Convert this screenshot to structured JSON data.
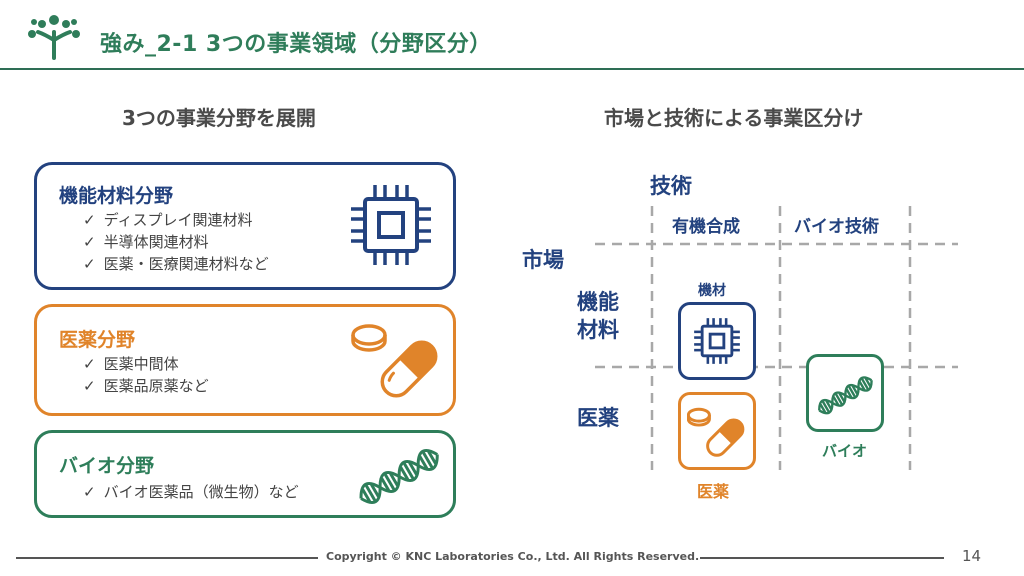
{
  "header": {
    "title": "強み_2-1  3つの事業領域（分野区分）",
    "brand_color": "#2f7d5a"
  },
  "left": {
    "heading": "3つの事業分野を展開",
    "materials": {
      "title": "機能材料分野",
      "items": [
        "ディスプレイ関連材料",
        "半導体関連材料",
        "医薬・医療関連材料など"
      ],
      "color": "#23427f",
      "icon": "chip-icon"
    },
    "pharma": {
      "title": "医薬分野",
      "items": [
        "医薬中間体",
        "医薬品原薬など"
      ],
      "color": "#e0842a",
      "icon": "capsule-icon"
    },
    "bio": {
      "title": "バイオ分野",
      "items": [
        "バイオ医薬品（微生物）など"
      ],
      "color": "#2e7e5a",
      "icon": "dna-icon"
    }
  },
  "right": {
    "heading": "市場と技術による事業区分け",
    "axis_tech": "技術",
    "axis_market": "市場",
    "columns": [
      "有機合成",
      "バイオ技術"
    ],
    "rows": [
      "機能\n材料",
      "医薬"
    ],
    "cells": {
      "materials": "機材",
      "pharma": "医薬",
      "bio": "バイオ"
    }
  },
  "footer": {
    "copyright": "Copyright © KNC Laboratories Co., Ltd. All Rights Reserved.",
    "page_number": "14"
  }
}
